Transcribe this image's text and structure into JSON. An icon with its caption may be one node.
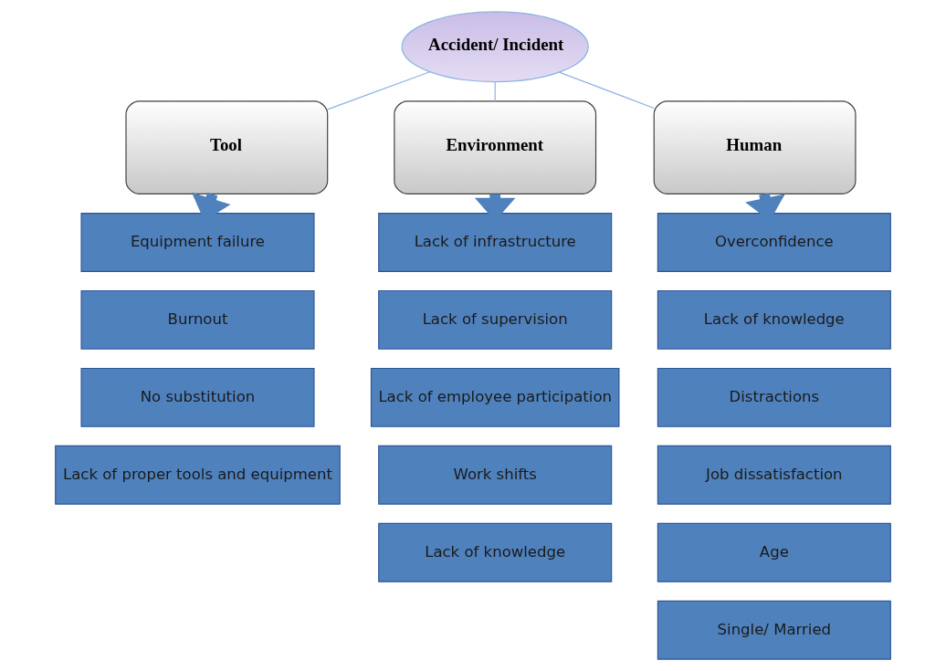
{
  "diagram": {
    "nodes": [
      {
        "text": [
          "Accident/ Incident"
        ]
      },
      {
        "text": [
          "Tool"
        ]
      },
      {
        "text": [
          "Environment"
        ]
      },
      {
        "text": [
          "Human"
        ]
      },
      {
        "text": [
          "Equipment failure"
        ]
      },
      {
        "text": [
          "Burnout"
        ]
      },
      {
        "text": [
          "No substitution"
        ]
      },
      {
        "text": [
          "Lack of proper tools and equipment"
        ]
      },
      {
        "text": [
          "Lack of infrastructure"
        ]
      },
      {
        "text": [
          "Lack of supervision"
        ]
      },
      {
        "text": [
          "Lack of employee participation"
        ]
      },
      {
        "text": [
          "Work shifts"
        ]
      },
      {
        "text": [
          "Lack of knowledge"
        ]
      },
      {
        "text": [
          "Overconfidence"
        ]
      },
      {
        "text": [
          "Lack of knowledge"
        ]
      },
      {
        "text": [
          "Distractions"
        ]
      },
      {
        "text": [
          "Job dissatisfaction"
        ]
      },
      {
        "text": [
          "Age"
        ]
      },
      {
        "text": [
          "Single/ Married"
        ]
      }
    ],
    "edges": [
      {
        "from": 0,
        "to": 1,
        "arrow": "none"
      },
      {
        "from": 0,
        "to": 2,
        "arrow": "none"
      },
      {
        "from": 0,
        "to": 3,
        "arrow": "none"
      },
      {
        "from": 1,
        "to": 4,
        "arrow": "to",
        "style": "thick",
        "color": "#4f81bd"
      },
      {
        "from": 2,
        "to": 8,
        "arrow": "to",
        "style": "thick",
        "color": "#4f81bd"
      },
      {
        "from": 3,
        "to": 13,
        "arrow": "to",
        "style": "thick",
        "color": "#4f81bd"
      }
    ]
  }
}
